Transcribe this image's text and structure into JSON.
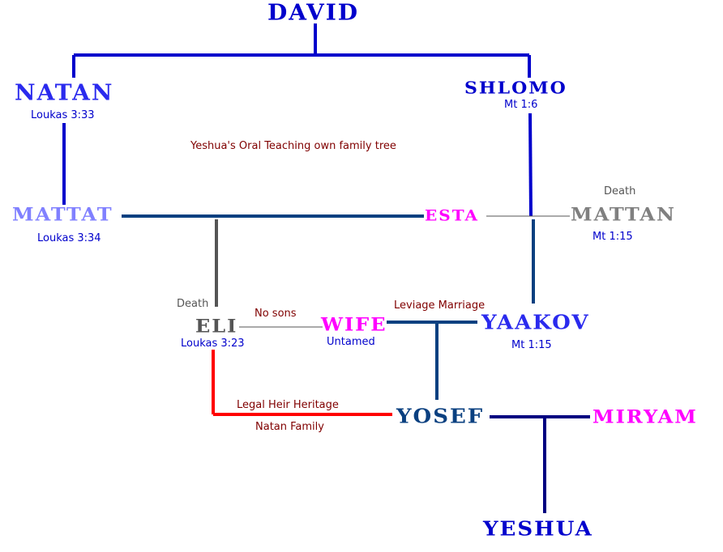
{
  "title": "Yeshua's Oral Teaching own family tree",
  "colors": {
    "royal_blue": "#0000cc",
    "bright_blue": "#2a2aee",
    "light_purple": "#8080ff",
    "navy": "#0a4080",
    "dark_navy": "#000080",
    "magenta": "#ff00ff",
    "gray": "#808080",
    "dark_gray": "#555555",
    "red": "#ff0000",
    "maroon": "#800000"
  },
  "people": {
    "david": {
      "name": "DAVID"
    },
    "natan": {
      "name": "NATAN",
      "ref": "Loukas 3:33"
    },
    "shlomo": {
      "name": "SHLOMO",
      "ref": "Mt 1:6"
    },
    "mattat": {
      "name": "MATTAT",
      "ref": "Loukas 3:34"
    },
    "esta": {
      "name": "ESTA"
    },
    "mattan": {
      "name": "MATTAN",
      "ref": "Mt 1:15",
      "note": "Death"
    },
    "eli": {
      "name": "ELI",
      "ref": "Loukas 3:23",
      "note": "Death"
    },
    "wife": {
      "name": "WIFE",
      "ref": "Untamed"
    },
    "yaakov": {
      "name": "YAAKOV",
      "ref": "Mt 1:15"
    },
    "yosef": {
      "name": "YOSEF"
    },
    "miryam": {
      "name": "MIRYAM"
    },
    "yeshua": {
      "name": "YESHUA"
    }
  },
  "relations": {
    "no_sons": "No sons",
    "leviage_marriage": "Leviage Marriage",
    "legal_heir_heritage": "Legal Heir Heritage",
    "natan_family": "Natan Family"
  }
}
